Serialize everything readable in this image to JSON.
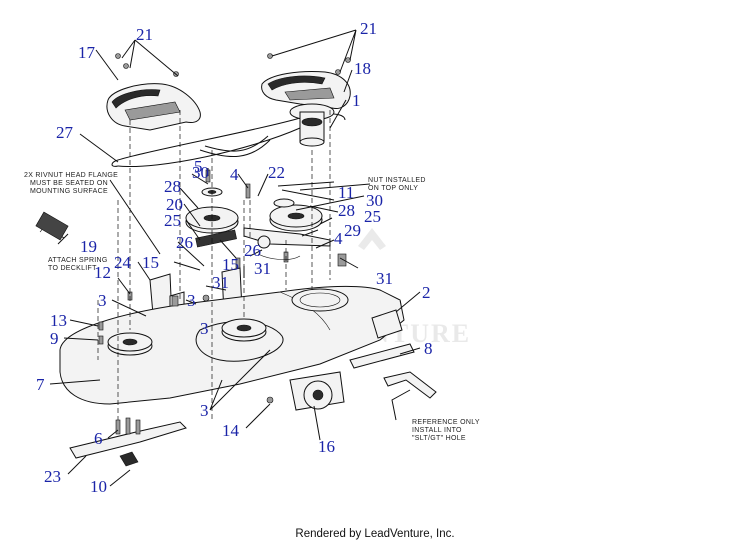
{
  "callouts": [
    "1",
    "2",
    "3",
    "3",
    "3",
    "3",
    "4",
    "4",
    "5",
    "6",
    "7",
    "8",
    "9",
    "10",
    "11",
    "12",
    "13",
    "14",
    "15",
    "15",
    "16",
    "17",
    "18",
    "19",
    "20",
    "21",
    "21",
    "22",
    "23",
    "24",
    "25",
    "25",
    "26",
    "26",
    "27",
    "28",
    "28",
    "29",
    "30",
    "30",
    "31",
    "31",
    "31"
  ],
  "notes": {
    "rivnut": [
      "2X RIVNUT HEAD FLANGE",
      "MUST BE SEATED ON",
      "MOUNTING SURFACE"
    ],
    "nut": [
      "NUT INSTALLED",
      "ON TOP ONLY"
    ],
    "spring": [
      "ATTACH SPRING",
      "TO DECKLIFT"
    ],
    "reference": [
      "REFERENCE ONLY",
      "INSTALL INTO",
      "\"SLT/GT\" HOLE"
    ]
  },
  "watermark": "VENTURE",
  "footer": "Rendered by LeadVenture, Inc.",
  "colors": {
    "callout": "#1a24a8",
    "line": "#111111"
  }
}
